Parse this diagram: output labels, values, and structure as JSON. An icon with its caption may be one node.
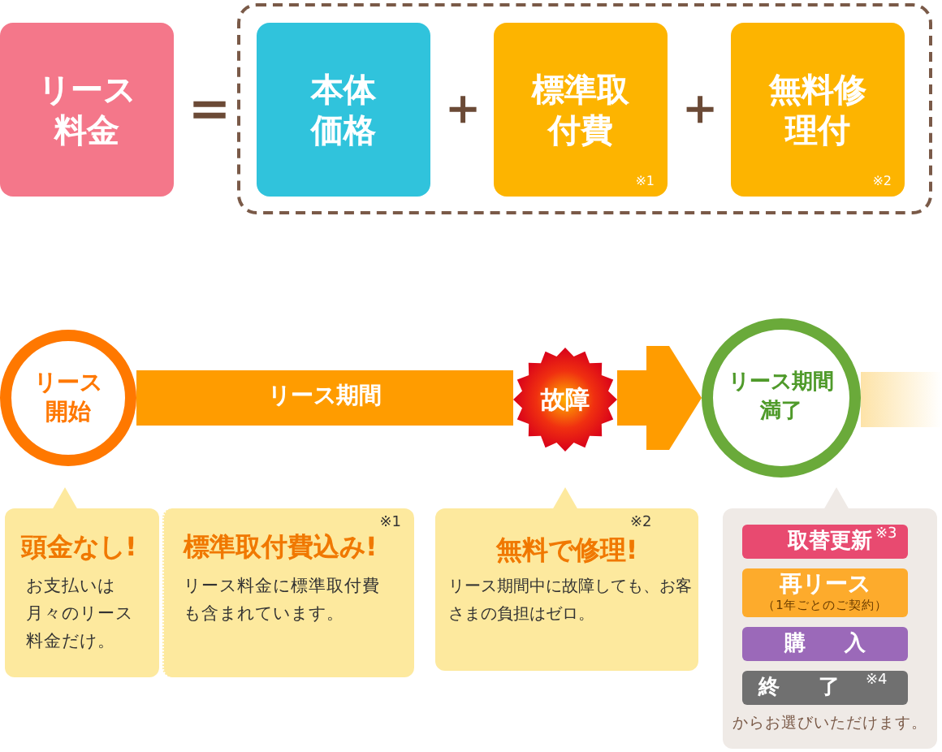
{
  "diagram": {
    "nodes": [
      {
        "text": [
          "リース料金"
        ]
      },
      {
        "text": [],
        "shape": "box"
      },
      {
        "text": [
          "本体価格"
        ],
        "in": 1
      },
      {
        "text": [
          "標準取付費",
          "※1"
        ],
        "in": 1
      },
      {
        "text": [
          "無料修理付",
          "※2"
        ],
        "in": 1
      },
      {
        "text": [
          "リース開始"
        ]
      },
      {
        "text": [
          "故障"
        ]
      },
      {
        "text": [
          "リース期間満了"
        ]
      },
      {
        "text": [
          "頭金なし!",
          "お支払いは月々のリース料金だけ。"
        ]
      },
      {
        "text": [
          "※1",
          "標準取付費込み!",
          "リース料金に標準取付費も含まれています。"
        ]
      },
      {
        "text": [
          "※2",
          "無料で修理!",
          "リース期間中に故障しても、お客さまの負担はゼロ。"
        ]
      },
      {
        "text": [
          "からお選びいただけます。"
        ]
      },
      {
        "text": [
          "取替更新",
          "※3"
        ],
        "in": 11
      },
      {
        "text": [
          "再リース",
          "（1年ごとのご契約）"
        ],
        "in": 11
      },
      {
        "text": [
          "購入"
        ],
        "in": 11
      },
      {
        "text": [
          "終了",
          "※4"
        ],
        "in": 11
      }
    ],
    "edges": [
      {
        "from": 5,
        "to": 6,
        "arrow": "none",
        "label": "リース期間"
      },
      {
        "from": 6,
        "to": 7,
        "arrow": "to"
      }
    ],
    "labels": [
      "＝",
      "＋",
      "＋"
    ]
  }
}
